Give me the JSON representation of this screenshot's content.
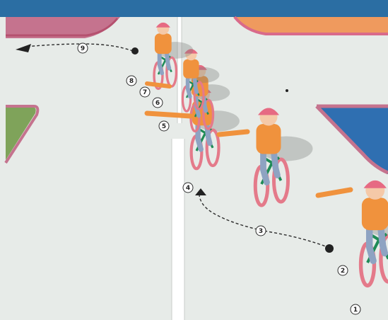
{
  "colors": {
    "top_bar": "#2b6ea3",
    "road": "#e7ebe8",
    "sidewalk_pink": "#c5738e",
    "corner_orange": "#ef9a5e",
    "corner_blue": "#2f6fb1",
    "grass": "#7fa35a",
    "shirt": "#f0923d",
    "helmet": "#e66a83",
    "jeans": "#8ea3c2",
    "bike": "#1e8b56",
    "wheel": "#e47a8a"
  },
  "icons": {
    "start_marker": "dot-marker",
    "turn_marker": "triangle-marker",
    "end_marker": "arrow-head"
  },
  "steps": [
    {
      "label": "1"
    },
    {
      "label": "2"
    },
    {
      "label": "3"
    },
    {
      "label": "4"
    },
    {
      "label": "5"
    },
    {
      "label": "6"
    },
    {
      "label": "7"
    },
    {
      "label": "8"
    },
    {
      "label": "9"
    }
  ]
}
